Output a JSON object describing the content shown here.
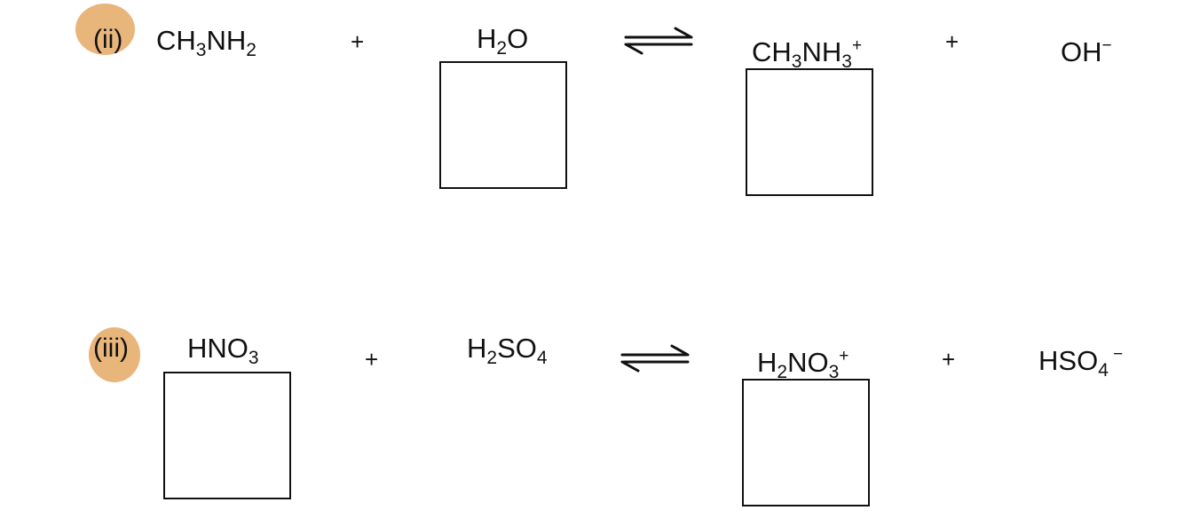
{
  "colors": {
    "marker": "#E8B57B",
    "ink": "#111111"
  },
  "reactions": [
    {
      "marker": "(ii)",
      "species": [
        {
          "parts": [
            [
              "CH",
              ""
            ],
            [
              "3",
              "sub"
            ],
            [
              "NH",
              ""
            ],
            [
              "2",
              "sub"
            ]
          ]
        },
        {
          "parts": [
            [
              "H",
              ""
            ],
            [
              "2",
              "sub"
            ],
            [
              "O",
              ""
            ]
          ]
        },
        {
          "parts": [
            [
              "CH",
              ""
            ],
            [
              "3",
              "sub"
            ],
            [
              "NH",
              ""
            ],
            [
              "3",
              "sub"
            ],
            [
              "+",
              "sup"
            ]
          ]
        },
        {
          "parts": [
            [
              "OH",
              ""
            ],
            [
              "−",
              "sup"
            ]
          ]
        }
      ],
      "operators": [
        "+",
        "+"
      ]
    },
    {
      "marker": "(iii)",
      "species": [
        {
          "parts": [
            [
              "HNO",
              ""
            ],
            [
              "3",
              "sub"
            ]
          ]
        },
        {
          "parts": [
            [
              "H",
              ""
            ],
            [
              "2",
              "sub"
            ],
            [
              "SO",
              ""
            ],
            [
              "4",
              "sub"
            ]
          ]
        },
        {
          "parts": [
            [
              "H",
              ""
            ],
            [
              "2",
              "sub"
            ],
            [
              "NO",
              ""
            ],
            [
              "3",
              "sub"
            ],
            [
              "+",
              "sup"
            ]
          ]
        },
        {
          "parts": [
            [
              "HSO",
              ""
            ],
            [
              "4",
              "sub"
            ],
            [
              " −",
              "sup"
            ]
          ]
        }
      ],
      "operators": [
        "+",
        "+"
      ]
    }
  ]
}
